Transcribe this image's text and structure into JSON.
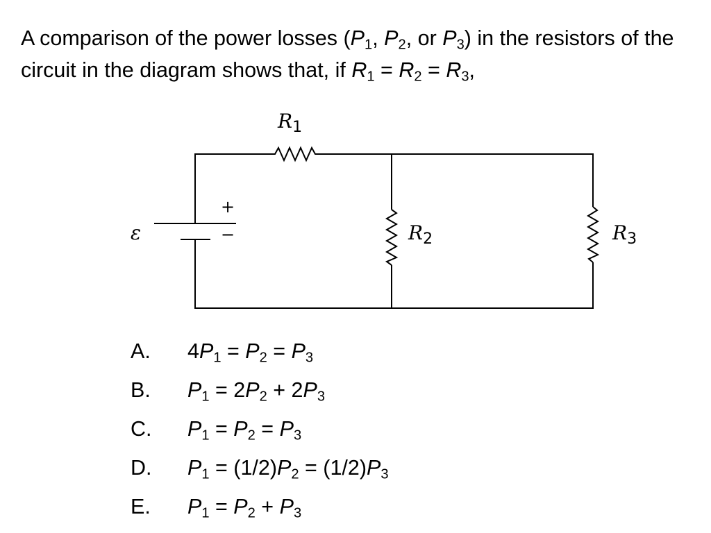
{
  "question": {
    "intro": "A comparison of the power losses (",
    "p1": "P",
    "p1_sub": "1",
    "sep1": ", ",
    "p2": "P",
    "p2_sub": "2",
    "sep2": ", or ",
    "p3": "P",
    "p3_sub": "3",
    "after_p": ") in the resistors of the circuit in the diagram shows that, if ",
    "r1": "R",
    "r1_sub": "1",
    "eq1": " = ",
    "r2": "R",
    "r2_sub": "2",
    "eq2": " = ",
    "r3": "R",
    "r3_sub": "3",
    "end": ","
  },
  "circuit": {
    "emf_symbol": "ε",
    "plus_sign": "+",
    "minus_sign": "−",
    "r1_label": "R",
    "r1_sub": "1",
    "r2_label": "R",
    "r2_sub": "2",
    "r3_label": "R",
    "r3_sub": "3"
  },
  "choices": [
    {
      "letter": "A.",
      "parts": [
        [
          "",
          "4"
        ],
        [
          "i",
          "P"
        ],
        [
          "sub",
          "1"
        ],
        [
          "",
          " = "
        ],
        [
          "i",
          "P"
        ],
        [
          "sub",
          "2"
        ],
        [
          "",
          " = "
        ],
        [
          "i",
          "P"
        ],
        [
          "sub",
          "3"
        ]
      ]
    },
    {
      "letter": "B.",
      "parts": [
        [
          "i",
          "P"
        ],
        [
          "sub",
          "1"
        ],
        [
          "",
          " = 2"
        ],
        [
          "i",
          "P"
        ],
        [
          "sub",
          "2"
        ],
        [
          "",
          " + 2"
        ],
        [
          "i",
          "P"
        ],
        [
          "sub",
          "3"
        ]
      ]
    },
    {
      "letter": "C.",
      "parts": [
        [
          "i",
          "P"
        ],
        [
          "sub",
          "1"
        ],
        [
          "",
          " = "
        ],
        [
          "i",
          "P"
        ],
        [
          "sub",
          "2"
        ],
        [
          "",
          " = "
        ],
        [
          "i",
          "P"
        ],
        [
          "sub",
          "3"
        ]
      ]
    },
    {
      "letter": "D.",
      "parts": [
        [
          "i",
          "P"
        ],
        [
          "sub",
          "1"
        ],
        [
          "",
          " = (1/2)"
        ],
        [
          "i",
          "P"
        ],
        [
          "sub",
          "2"
        ],
        [
          "",
          " = (1/2)"
        ],
        [
          "i",
          "P"
        ],
        [
          "sub",
          "3"
        ]
      ]
    },
    {
      "letter": "E.",
      "parts": [
        [
          "i",
          "P"
        ],
        [
          "sub",
          "1"
        ],
        [
          "",
          " = "
        ],
        [
          "i",
          "P"
        ],
        [
          "sub",
          "2"
        ],
        [
          "",
          " + "
        ],
        [
          "i",
          "P"
        ],
        [
          "sub",
          "3"
        ]
      ]
    }
  ]
}
